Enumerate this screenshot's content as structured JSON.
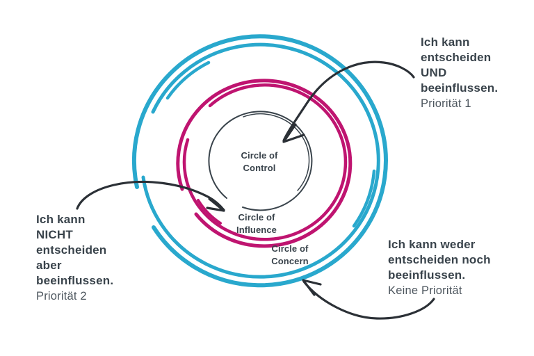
{
  "circles": {
    "control": {
      "label": "Circle of\nControl"
    },
    "influence": {
      "label": "Circle of\nInfluence"
    },
    "concern": {
      "label": "Circle of\nConcern"
    }
  },
  "annotations": {
    "priority1": {
      "text": "Ich kann\nentscheiden\nUND\nbeeinflussen.",
      "priority": "Priorität 1"
    },
    "priority2": {
      "text": "Ich kann\nNICHT\nentscheiden\naber\nbeeinflussen.",
      "priority": "Priorität 2"
    },
    "none": {
      "text": "Ich kann weder\nentscheiden noch\nbeeinflussen.",
      "priority": "Keine Priorität"
    }
  },
  "colors": {
    "concern_ring": "#29A8CD",
    "influence_ring": "#BF1470",
    "control_ring": "#3A444C",
    "arrow": "#2B3036",
    "text_dark": "#39434B",
    "text_muted": "#4D565E"
  }
}
